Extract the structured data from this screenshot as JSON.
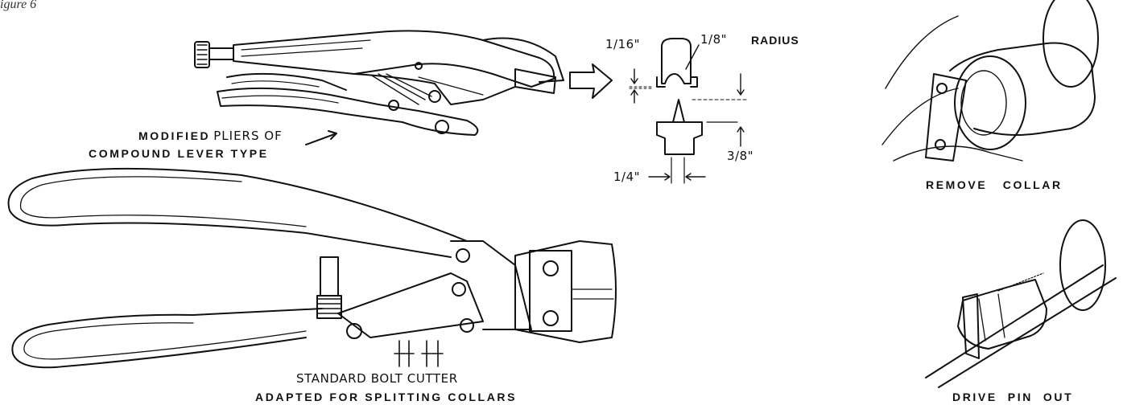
{
  "figure_caption": "igure 6",
  "pliers": {
    "label_bold": "MODIFIED",
    "label_rest": "PLIERS OF",
    "label_line2": "COMPOUND LEVER TYPE"
  },
  "detail": {
    "dim_sixteenth": "1/16\"",
    "dim_eighth": "1/8\"",
    "radius": "RADIUS",
    "dim_three_eighths": "3/8\"",
    "dim_quarter": "1/4\""
  },
  "bolt_cutter": {
    "label_line1": "STANDARD BOLT CUTTER",
    "label_line2": "ADAPTED FOR SPLITTING COLLARS"
  },
  "steps": {
    "remove_collar": "REMOVE   COLLAR",
    "drive_pin_out": "DRIVE  PIN  OUT"
  },
  "colors": {
    "ink": "#111111",
    "paper": "#ffffff"
  }
}
